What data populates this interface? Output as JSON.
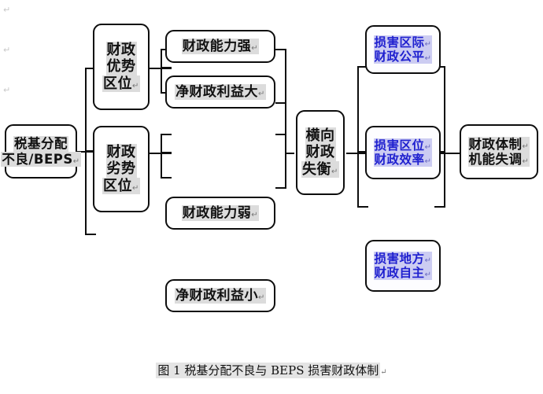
{
  "figure": {
    "caption": "图 1  税基分配不良与 BEPS 损害财政体制",
    "caption_pilcrow": "↵",
    "colors": {
      "box_border": "#0d0d0d",
      "black_text": "#111111",
      "black_highlight": "#dcdcdc",
      "blue_text": "#1f20cf",
      "blue_highlight": "#ccccf2",
      "background": "#ffffff"
    }
  },
  "margin_marks": [
    "↵",
    "↵",
    "↵"
  ],
  "nodes": {
    "root": {
      "lines": [
        "税基分配",
        "不良/BEPS"
      ],
      "pilcrow": "↵"
    },
    "advantage": {
      "lines": [
        "财政",
        "优势",
        "区位"
      ],
      "pilcrow": "↵"
    },
    "disadvantage": {
      "lines": [
        "财政",
        "劣势",
        "区位"
      ],
      "pilcrow": "↵"
    },
    "capacity_strong": {
      "lines": [
        "财政能力强"
      ],
      "pilcrow": "↵"
    },
    "net_benefit_large": {
      "lines": [
        "净财政利益大"
      ],
      "pilcrow": "↵"
    },
    "capacity_weak": {
      "lines": [
        "财政能力弱"
      ],
      "pilcrow": "↵"
    },
    "net_benefit_small": {
      "lines": [
        "净财政利益小"
      ],
      "pilcrow": "↵"
    },
    "horizontal_imbalance": {
      "lines": [
        "横向",
        "财政",
        "失衡"
      ],
      "pilcrow": "↵"
    },
    "harm_interregional_equity": {
      "lines": [
        "损害区际",
        "财政公平"
      ],
      "pilcrow": "↵"
    },
    "harm_locational_efficiency": {
      "lines": [
        "损害区位",
        "财政效率"
      ],
      "pilcrow": "↵"
    },
    "harm_local_autonomy": {
      "lines": [
        "损害地方",
        "财政自主"
      ],
      "pilcrow": "↵"
    },
    "system_dysfunction": {
      "lines": [
        "财政体制",
        "机能失调"
      ],
      "pilcrow": "↵"
    }
  }
}
